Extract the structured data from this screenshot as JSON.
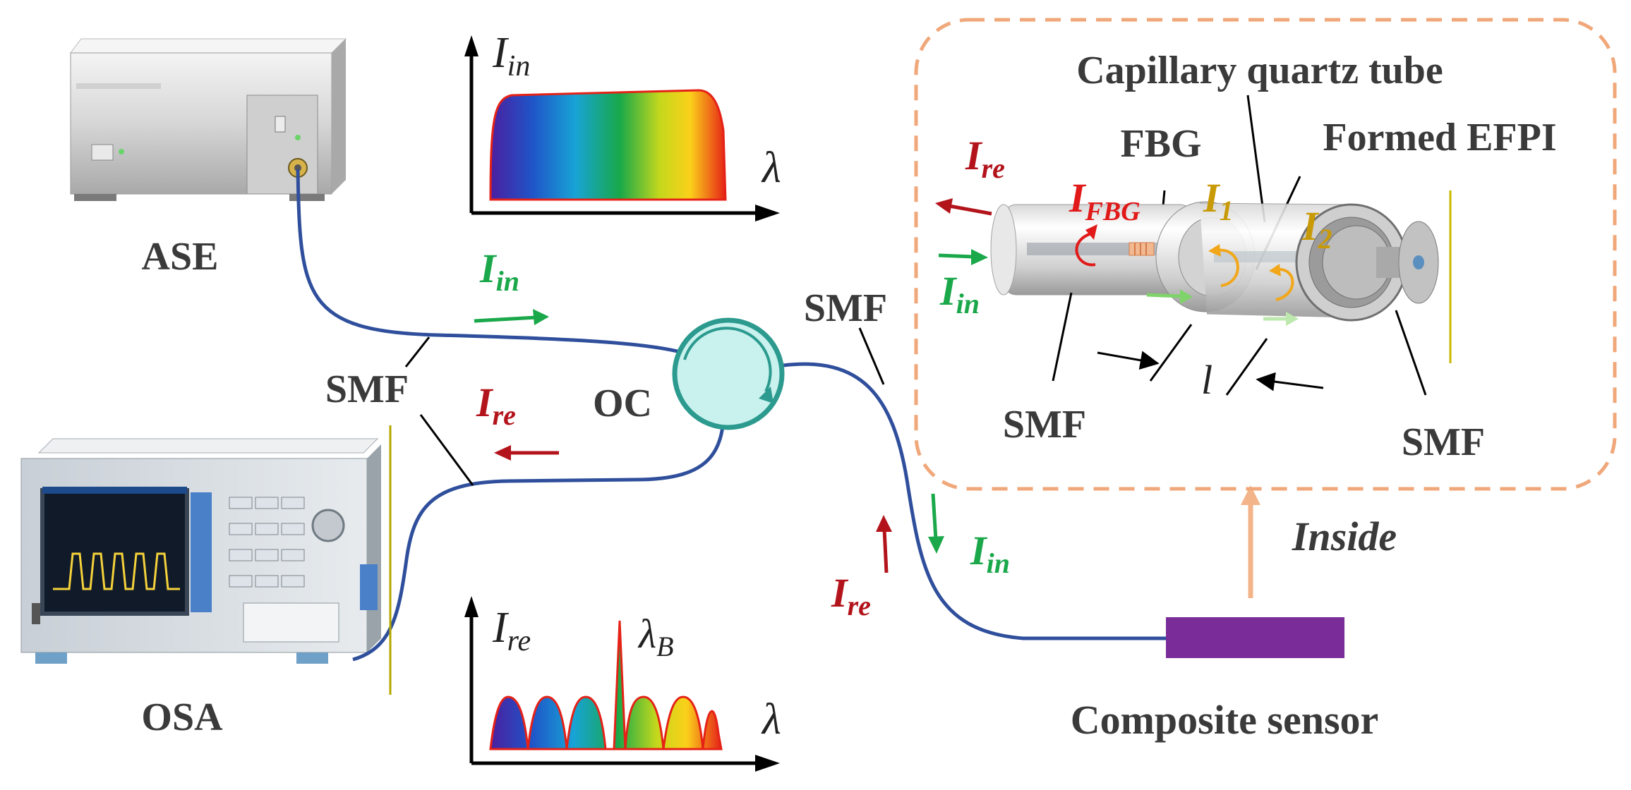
{
  "labels": {
    "ase": "ASE",
    "osa": "OSA",
    "oc": "OC",
    "smf": "SMF",
    "capillary_tube": "Capillary quartz tube",
    "fbg": "FBG",
    "formed_efpi": "Formed EFPI",
    "composite_sensor": "Composite sensor",
    "inside": "Inside",
    "cavity_length": "l"
  },
  "symbols": {
    "I": "I",
    "in": "in",
    "re": "re",
    "fbg_sub": "FBG",
    "sub1": "1",
    "sub2": "2",
    "lambda": "λ",
    "lambda_b_sub": "B"
  },
  "colors": {
    "fiber": "#2f4f9c",
    "signal_in": "#1aa84a",
    "signal_re": "#b3141b",
    "fbg_red": "#e11919",
    "gold": "#c99a07",
    "dashed_box": "#f0a77a",
    "inside_arrow": "#f3b48a",
    "sensor": "#7a2c98",
    "oc_fill": "#c9f2ef",
    "oc_stroke": "#2c9a8e"
  }
}
